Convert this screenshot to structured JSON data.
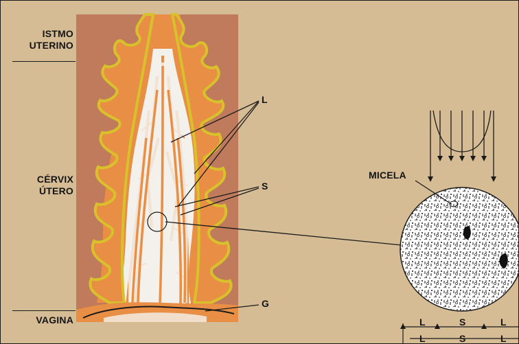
{
  "labels": {
    "istmo_line1": "ISTMO",
    "istmo_line2": "UTERINO",
    "cervix_line1": "CÉRVIX",
    "cervix_line2": "ÚTERO",
    "vagina": "VAGINA",
    "L": "L",
    "S": "S",
    "G": "G",
    "micela": "MICELA"
  },
  "scale": {
    "row1": [
      "L",
      "S",
      "L"
    ],
    "row2": [
      "L",
      "S",
      "L"
    ]
  },
  "colors": {
    "background": "#d6bc95",
    "tissue": "#c07a5c",
    "mucus_channel": "#e98f45",
    "mucus_white": "#f3f1ec",
    "gland_outline": "#d8c12a",
    "line": "#1a1a1a"
  }
}
